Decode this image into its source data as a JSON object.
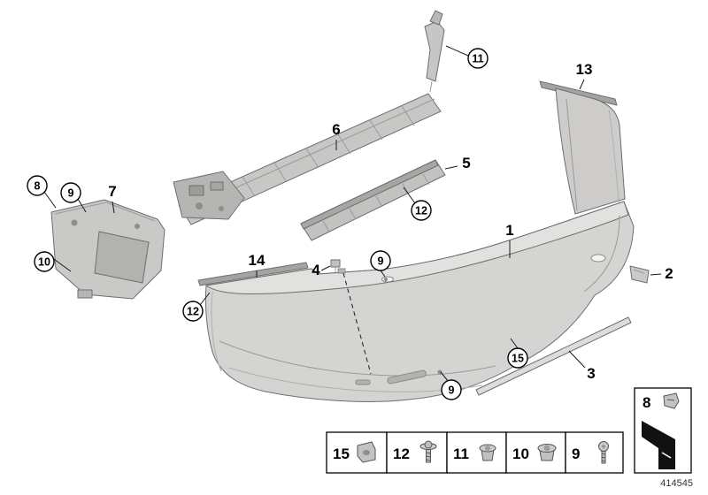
{
  "doc_number": "414545",
  "callouts": {
    "plain": {
      "p1": "1",
      "p2": "2",
      "p3": "3",
      "p4": "4",
      "p5": "5",
      "p6": "6",
      "p7": "7",
      "p13": "13",
      "p14": "14"
    },
    "circled": {
      "c8": "8",
      "c9": "9",
      "c10": "10",
      "c11": "11",
      "c12": "12",
      "c15": "15"
    }
  },
  "legend": {
    "items": [
      {
        "label": "15",
        "icon": "clip-icon"
      },
      {
        "label": "12",
        "icon": "screw-washer-icon"
      },
      {
        "label": "11",
        "icon": "plastic-nut-icon"
      },
      {
        "label": "10",
        "icon": "plastic-nut-icon"
      },
      {
        "label": "9",
        "icon": "screw-icon"
      }
    ],
    "detail_box": {
      "label": "8",
      "icon": "clip-icon"
    }
  },
  "colors": {
    "background": "#ffffff",
    "line": "#000000",
    "part_fill_light": "#e1e1df",
    "part_fill_mid": "#c9c9c7",
    "part_fill_dark": "#a6a6a4"
  }
}
